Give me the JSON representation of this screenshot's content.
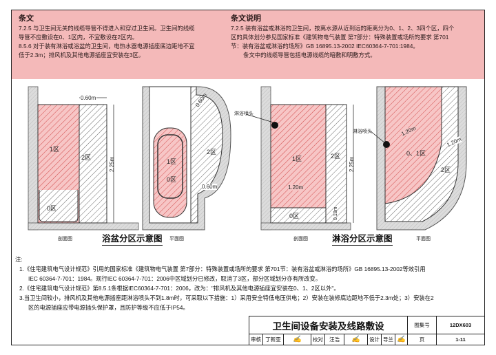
{
  "clause": {
    "heading": "条文",
    "lines": [
      "7.2.5 与卫生间无关的线缆导管不得进入和穿过卫生间。卫生间的线缆",
      "导管不应敷设在0、1区内，不宜敷设在2区内。",
      "8.5.6 对于装有淋浴或浴盆的卫生间，电热水器电源插座底边距地不宜",
      "低于2.3m；排风机及其他电源插座宜安装在3区。"
    ]
  },
  "explanation": {
    "heading": "条文说明",
    "lines": [
      "7.2.5 装有浴盆或淋浴的卫生间，按离水源从近到远的距离分为0、1、2、3四个区，四个",
      "区的具体划分参见国家标准《建筑物电气装置 第7部分：特殊装置或场所的要求 第701",
      "节：装有浴盆或淋浴的场所》GB 16895.13-2002 IEC60364-7-701:1984。",
      "条文中的线缆导管包括电源线缆的暗敷和明敷方式。"
    ]
  },
  "drawings": {
    "bathtub": {
      "dim_width": "0.60m",
      "dim_height": "2.25m",
      "zone1": "1区",
      "zone2": "2区",
      "zone0": "0区",
      "section_label": "剖面图",
      "plan_label": "平面图",
      "plan_dim_top": "0.60m",
      "plan_dim_right": "0.60m",
      "caption": "浴盆分区示意图"
    },
    "shower": {
      "nozzle_label_1": "淋浴喷头",
      "nozzle_label_2": "淋浴喷头",
      "dim_height": "2.25m",
      "dim_width": "1.20m",
      "dim_small": "0.10m",
      "dim_radius": "1.20m",
      "dim_plan_right": "1.20m",
      "zone1": "1区",
      "zone2": "2区",
      "zone0": "0区",
      "plan_zone01": "0、1区",
      "plan_zone2": "2区",
      "section_label": "剖面图",
      "plan_label": "平面图",
      "caption": "淋浴分区示意图"
    }
  },
  "notes": {
    "label": "注:",
    "items": [
      "1.《住宅建筑电气设计规范》引用的国家标准《建筑物电气装置 第7部分：特殊装置或场所的要求 第701节：装有浴盆或淋浴的场所》GB 16895.13-2002等效引用",
      "IEC 60364-7-701：1984。现行IEC 60364-7-701：2006中区域划分已修改，取消了3区，部分区域划分亦有所改变。",
      "2.《住宅建筑电气设计规范》第8.5.1条根据IEC60364-7-701：2006，改为：\"排风机及其他电源插座宜安装在0、1、2区以外\"。",
      "3.当卫生间较小，排风机及其他电源插座距淋浴喷头不到1.8m时，可采取以下措施：1）采用安全特低电压供电；2）安装在装修底边距地不低于2.3m处；3）安装在2",
      "区的电源插座应带电源插头保护罩，且防护等级不应低于IP54。"
    ]
  },
  "title_block": {
    "title": "卫生间设备安装及线路敷设",
    "atlas_label": "图集号",
    "atlas_no": "12DX603",
    "page_label": "页",
    "page_no": "1-11",
    "review_label": "审核",
    "review_name": "丁新亚",
    "check_label": "校对",
    "check_name": "汪浩",
    "design_label": "设计",
    "design_name": "导兰"
  },
  "colors": {
    "band": "#f4b9b9",
    "zone_fill": "#f7c6c6",
    "hatch_red": "#d24a4a",
    "hatch_dark": "#333333",
    "wall": "#d9d9d9"
  }
}
